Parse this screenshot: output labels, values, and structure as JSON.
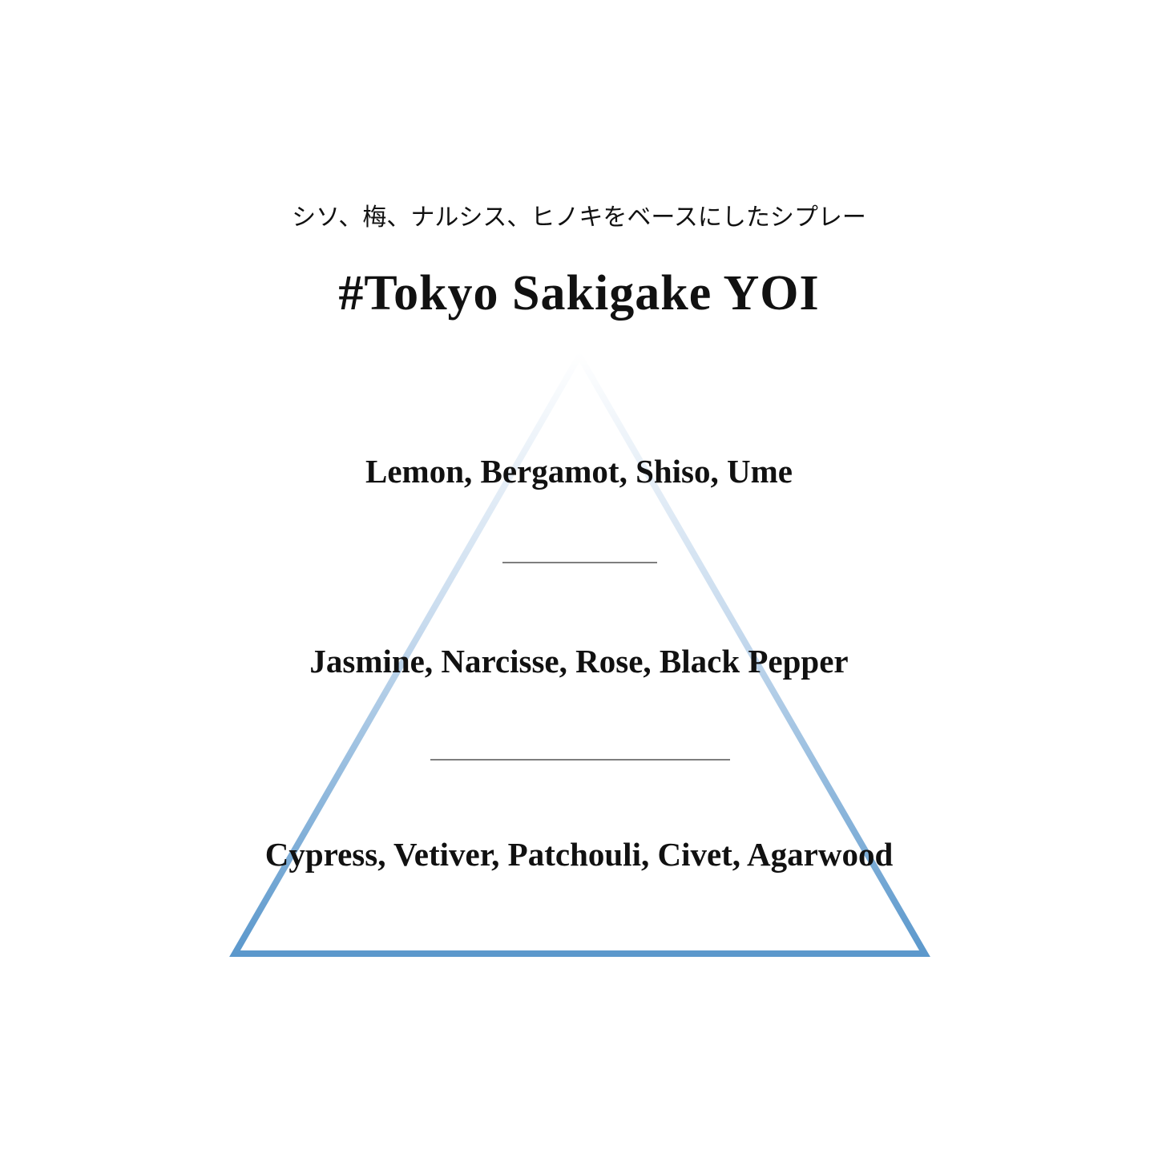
{
  "subtitle": "シソ、梅、ナルシス、ヒノキをベースにしたシプレー",
  "title": "#Tokyo Sakigake YOI",
  "notes": {
    "top": "Lemon, Bergamot, Shiso, Ume",
    "middle": "Jasmine, Narcisse, Rose, Black Pepper",
    "base": "Cypress, Vetiver, Patchouli, Civet, Agarwood"
  },
  "colors": {
    "background": "#ffffff",
    "text": "#111111",
    "divider": "#333333",
    "triangle_top": "#ffffff",
    "triangle_bottom": "#5b98cc"
  }
}
